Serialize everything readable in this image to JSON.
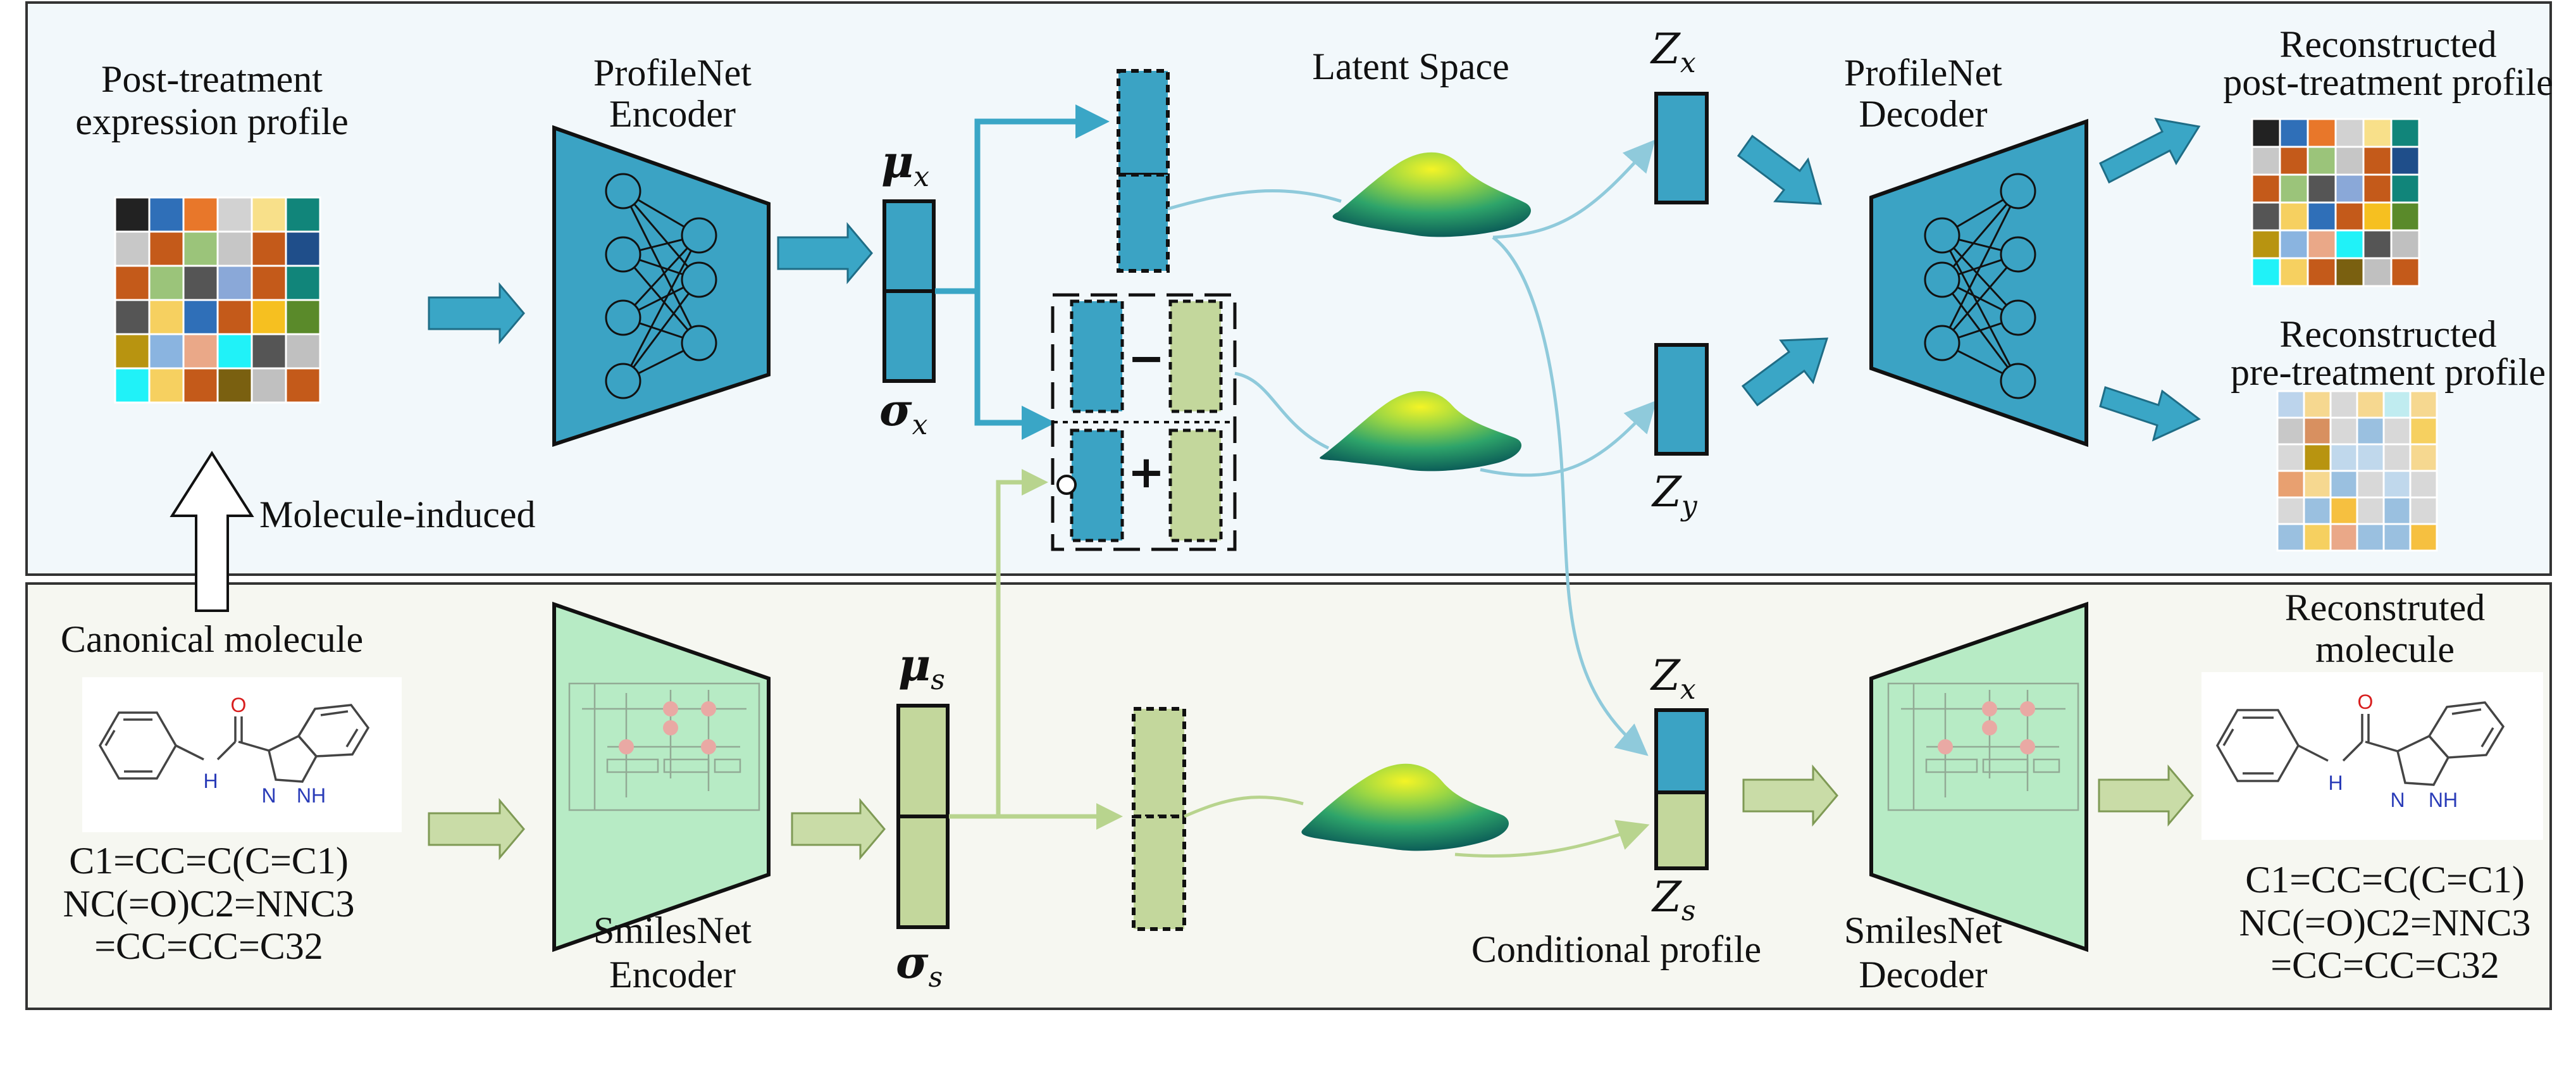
{
  "colors": {
    "top_panel_bg": "#f2f8fb",
    "bottom_panel_bg": "#f6f7f1",
    "profile_blue": "#3ba3c4",
    "smiles_green": "#c3d79c",
    "smiles_net_green": "#b7ebc5",
    "arrow_blue": "#3aa6c6",
    "arrow_green": "#c9dca7",
    "flow_line_blue": "#8fcadb",
    "flow_line_green": "#b8d48e",
    "oxygen_red": "#d81e1e",
    "nitrogen_blue": "#2a3cb8"
  },
  "top_panel": {
    "input_title_line1": "Post-treatment",
    "input_title_line2": "expression profile",
    "encoder_label_line1": "ProfileNet",
    "encoder_label_line2": "Encoder",
    "mu_symbol": "μ",
    "mu_sub": "x",
    "sigma_symbol": "σ",
    "sigma_sub": "x",
    "latent_space_label": "Latent Space",
    "minus_op": "−",
    "plus_op": "+",
    "zx_symbol": "Z",
    "zx_sub": "x",
    "zy_symbol": "Z",
    "zy_sub": "y",
    "decoder_label_line1": "ProfileNet",
    "decoder_label_line2": "Decoder",
    "recon_post_line1": "Reconstructed",
    "recon_post_line2": "post-treatment profile",
    "recon_pre_line1": "Reconstructed",
    "recon_pre_line2": "pre-treatment profile"
  },
  "link": {
    "molecule_induced_label": "Molecule-induced"
  },
  "bottom_panel": {
    "input_title": "Canonical molecule",
    "atom_oxygen": "O",
    "atom_nh": "H",
    "atom_n": "N",
    "atom_nh2": "NH",
    "smiles_line1": "C1=CC=C(C=C1)",
    "smiles_line2": "NC(=O)C2=NNC3",
    "smiles_line3": "=CC=CC=C32",
    "encoder_label_line1": "SmilesNet",
    "encoder_label_line2": "Encoder",
    "mu_symbol": "μ",
    "mu_sub": "s",
    "sigma_symbol": "σ",
    "sigma_sub": "s",
    "zx_symbol": "Z",
    "zx_sub": "x",
    "zs_symbol": "Z",
    "zs_sub": "s",
    "conditional_label": "Conditional profile",
    "decoder_label_line1": "SmilesNet",
    "decoder_label_line2": "Decoder",
    "output_title_line1": "Reconstruted",
    "output_title_line2": "molecule",
    "out_smiles_line1": "C1=CC=C(C=C1)",
    "out_smiles_line2": "NC(=O)C2=NNC3",
    "out_smiles_line3": "=CC=CC=C32"
  },
  "grids": {
    "post_treatment": [
      [
        "#222222",
        "#2f6fb8",
        "#e8772a",
        "#d2d2d2",
        "#f8e08a",
        "#11857a"
      ],
      [
        "#c8c8c8",
        "#c45a1a",
        "#9bc47a",
        "#c6c6c6",
        "#c45a1a",
        "#1f4e8a"
      ],
      [
        "#c45a1a",
        "#9bc47a",
        "#555555",
        "#8aa8d8",
        "#c45a1a",
        "#11857a"
      ],
      [
        "#555555",
        "#f6d060",
        "#2f6fb8",
        "#c45a1a",
        "#f6c020",
        "#5a8a2a"
      ],
      [
        "#b89410",
        "#8ab4e0",
        "#eaa888",
        "#20f2f8",
        "#555555",
        "#c0c0c0"
      ],
      [
        "#20f2f8",
        "#f6d060",
        "#c45a1a",
        "#7a6010",
        "#c0c0c0",
        "#c45a1a"
      ]
    ],
    "recon_post": [
      [
        "#222222",
        "#2f6fb8",
        "#e8772a",
        "#d2d2d2",
        "#f8e08a",
        "#11857a"
      ],
      [
        "#c8c8c8",
        "#c45a1a",
        "#9bc47a",
        "#c6c6c6",
        "#c45a1a",
        "#1f4e8a"
      ],
      [
        "#c45a1a",
        "#9bc47a",
        "#555555",
        "#8aa8d8",
        "#c45a1a",
        "#11857a"
      ],
      [
        "#555555",
        "#f6d060",
        "#2f6fb8",
        "#c45a1a",
        "#f6c020",
        "#5a8a2a"
      ],
      [
        "#b89410",
        "#8ab4e0",
        "#eaa888",
        "#20f2f8",
        "#555555",
        "#c0c0c0"
      ],
      [
        "#20f2f8",
        "#f6d060",
        "#c45a1a",
        "#7a6010",
        "#c0c0c0",
        "#c45a1a"
      ]
    ],
    "recon_pre": [
      [
        "#bcd4ec",
        "#f6d890",
        "#d8d8d8",
        "#f6d890",
        "#c0ecf0",
        "#f6d890"
      ],
      [
        "#c8c8c8",
        "#d89060",
        "#d8d8d8",
        "#9ac0e0",
        "#d8d8d8",
        "#f6d060"
      ],
      [
        "#d8d8d8",
        "#b89410",
        "#c0d8ec",
        "#c0d8ec",
        "#d8d8d8",
        "#f6d890"
      ],
      [
        "#e8a070",
        "#f6d890",
        "#9ac0e0",
        "#d8d8d8",
        "#c0d8ec",
        "#d8d8d8"
      ],
      [
        "#d8d8d8",
        "#9ac0e0",
        "#f6c040",
        "#d8d8d8",
        "#9ac0e0",
        "#d8d8d8"
      ],
      [
        "#9ac0e0",
        "#f6d060",
        "#eaa888",
        "#9ac0e0",
        "#9ac0e0",
        "#f6c040"
      ]
    ]
  }
}
